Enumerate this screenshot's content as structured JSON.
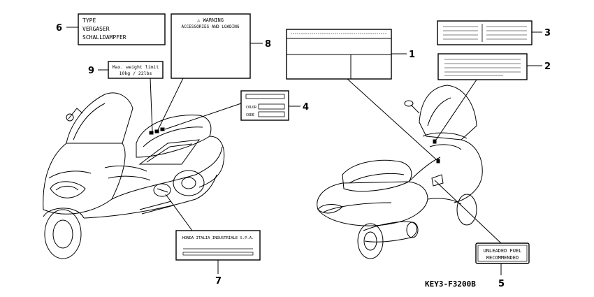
{
  "callouts": {
    "c1": "1",
    "c2": "2",
    "c3": "3",
    "c4": "4",
    "c5": "5",
    "c6": "6",
    "c7": "7",
    "c8": "8",
    "c9": "9"
  },
  "label6": {
    "line1": "TYPE",
    "line2": "VERGASER",
    "line3": "SCHALLDAMPFER"
  },
  "label8": {
    "line1": "⚠ WARNING",
    "line2": "ACCESSORIES AND LOADING"
  },
  "label9": {
    "line1": "Max. weight limit",
    "line2": "10kg  / 22lbs"
  },
  "label4": {
    "color": "COLOR",
    "code": "CODE"
  },
  "label7": {
    "text": "HONDA ITALIA INDUSTRIALE S.P.A."
  },
  "label5": {
    "line1": "UNLEADED FUEL",
    "line2": "RECOMMENDED"
  },
  "diagram_code": "KEY3-F3200B"
}
